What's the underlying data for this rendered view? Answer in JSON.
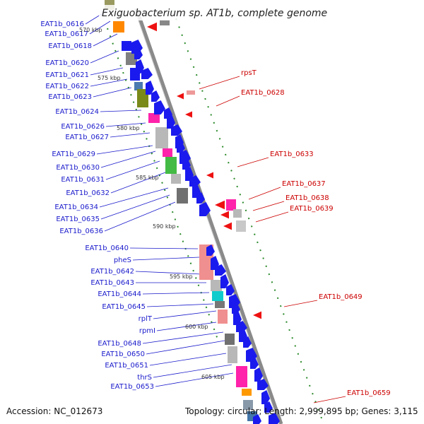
{
  "title": "Exiguobacterium sp. AT1b, complete genome",
  "footer": {
    "accession": "Accession: NC_012673",
    "summary": "Topology: circular; Length: 2,999,895 bp; Genes: 3,115"
  },
  "colors": {
    "left_label": "#1a1acc",
    "right_label": "#cc0000",
    "backbone": "#8a8a8a",
    "tick": "#2a8a2a"
  },
  "scale_labels": [
    "570 kbp",
    "575 kbp",
    "580 kbp",
    "585 kbp",
    "590 kbp",
    "595 kbp",
    "600 kbp",
    "605 kbp"
  ],
  "left_genes": [
    "EAT1b_0616",
    "EAT1b_0617",
    "EAT1b_0618",
    "EAT1b_0620",
    "EAT1b_0621",
    "EAT1b_0622",
    "EAT1b_0623",
    "EAT1b_0624",
    "EAT1b_0626",
    "EAT1b_0627",
    "EAT1b_0629",
    "EAT1b_0630",
    "EAT1b_0631",
    "EAT1b_0632",
    "EAT1b_0634",
    "EAT1b_0635",
    "EAT1b_0636",
    "EAT1b_0640",
    "pheS",
    "EAT1b_0642",
    "EAT1b_0643",
    "EAT1b_0644",
    "EAT1b_0645",
    "rplT",
    "rpmI",
    "EAT1b_0648",
    "EAT1b_0650",
    "EAT1b_0651",
    "thrS",
    "EAT1b_0653"
  ],
  "right_genes": [
    "rpsT",
    "EAT1b_0628",
    "EAT1b_0633",
    "EAT1b_0637",
    "EAT1b_0638",
    "EAT1b_0639",
    "EAT1b_0649",
    "EAT1b_0659"
  ]
}
